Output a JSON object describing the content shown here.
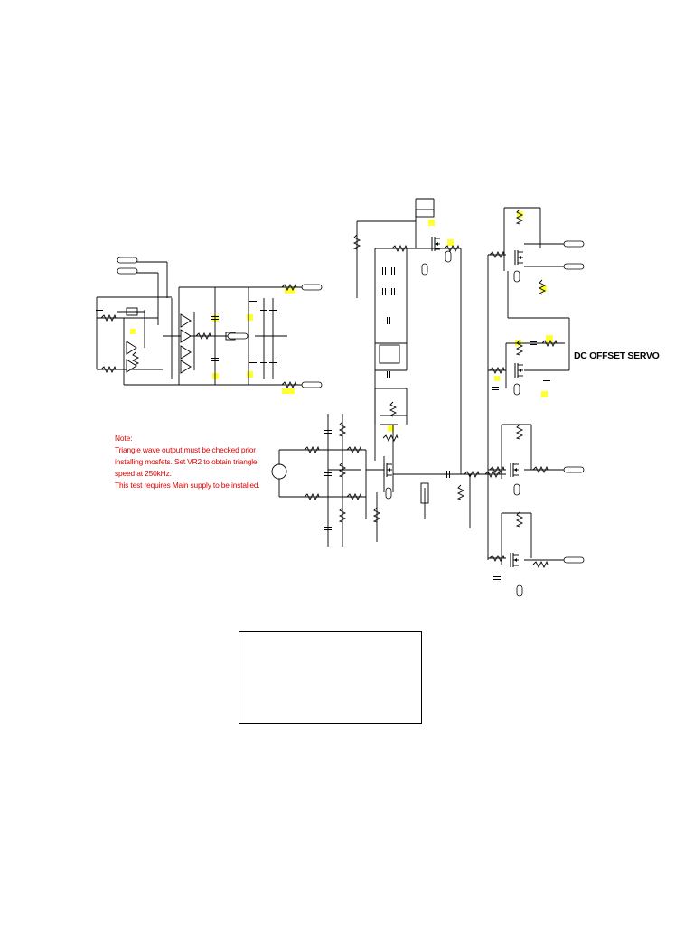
{
  "note": {
    "heading": "Note:",
    "lines": [
      "Triangle wave output must be checked prior",
      "installing mosfets. Set VR2 to obtain triangle",
      "speed at 250kHz.",
      "This test requires Main supply to be installed."
    ]
  },
  "labels": {
    "dc_offset_servo": "DC OFFSET SERVO"
  },
  "colors": {
    "wire": "#000000",
    "test_point_highlight": "#ffff33",
    "note_text": "#e00000"
  }
}
